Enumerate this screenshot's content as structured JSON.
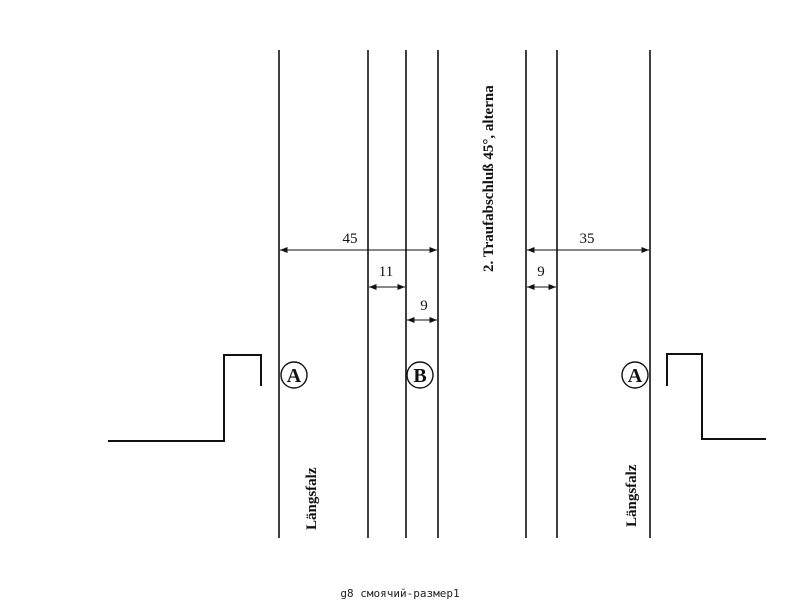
{
  "diagram": {
    "dimensions": {
      "d45": "45",
      "d11": "11",
      "d9_left": "9",
      "d9_right": "9",
      "d35": "35"
    },
    "markers": {
      "a_left": "A",
      "b": "B",
      "a_right": "A"
    },
    "labels": {
      "laengsfalz_left": "Längsfalz",
      "laengsfalz_right": "Längsfalz",
      "traufabschluss": "2. Traufabschluß 45°, alterna"
    }
  },
  "caption": "g8 смоячий-размер1"
}
